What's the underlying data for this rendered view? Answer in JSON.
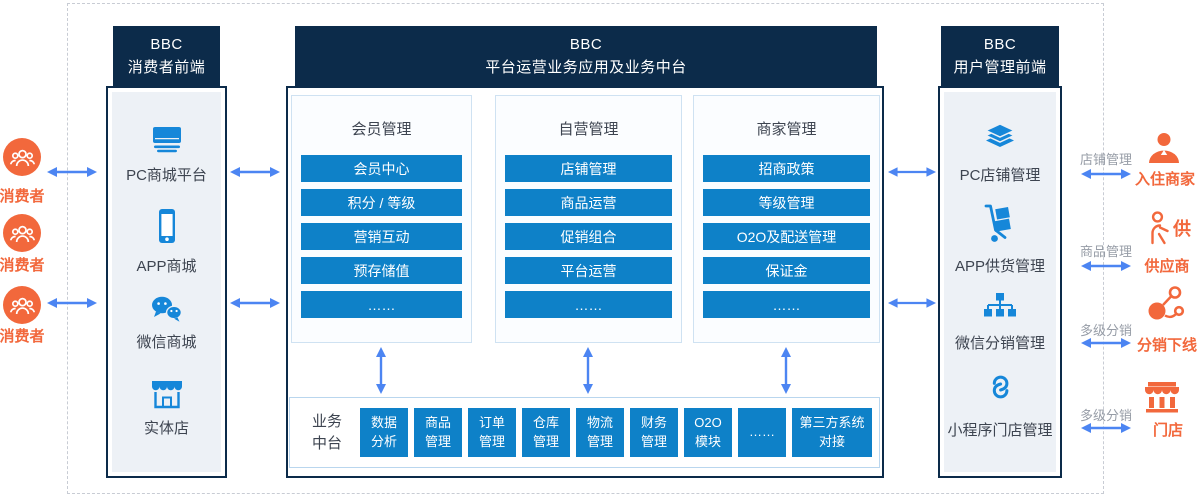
{
  "colors": {
    "navy": "#0c2b4a",
    "primary_blue": "#0e81c8",
    "icon_blue": "#1687d9",
    "arrow_blue": "#4c85f2",
    "orange": "#f2683c",
    "gray_label": "#969ca6",
    "panel_inner": "#edf1f6"
  },
  "left_actors": {
    "items": [
      {
        "label": "消费者"
      },
      {
        "label": "消费者"
      },
      {
        "label": "消费者"
      }
    ]
  },
  "left_panel": {
    "title": "BBC\n消费者前端",
    "items": [
      {
        "icon": "desktop-icon",
        "label": "PC商城平台"
      },
      {
        "icon": "smartphone-icon",
        "label": "APP商城"
      },
      {
        "icon": "wechat-icon",
        "label": "微信商城"
      },
      {
        "icon": "storefront-icon",
        "label": "实体店"
      }
    ]
  },
  "center_panel": {
    "title": "BBC\n平台运营业务应用及业务中台",
    "columns": [
      {
        "title": "会员管理",
        "items": [
          "会员中心",
          "积分 / 等级",
          "营销互动",
          "预存储值",
          "……"
        ]
      },
      {
        "title": "自营管理",
        "items": [
          "店铺管理",
          "商品运营",
          "促销组合",
          "平台运营",
          "……"
        ]
      },
      {
        "title": "商家管理",
        "items": [
          "招商政策",
          "等级管理",
          "O2O及配送管理",
          "保证金",
          "……"
        ]
      }
    ],
    "middle_platform": {
      "label": "业务\n中台",
      "modules": [
        "数据\n分析",
        "商品\n管理",
        "订单\n管理",
        "仓库\n管理",
        "物流\n管理",
        "财务\n管理",
        "O2O\n模块",
        "……",
        "第三方系统\n对接"
      ]
    }
  },
  "right_panel": {
    "title": "BBC\n用户管理前端",
    "items": [
      {
        "icon": "layers-icon",
        "label": "PC店铺管理"
      },
      {
        "icon": "trolley-icon",
        "label": "APP供货管理"
      },
      {
        "icon": "hierarchy-icon",
        "label": "微信分销管理"
      },
      {
        "icon": "miniprogram-icon",
        "label": "小程序门店管理"
      }
    ]
  },
  "right_actors": {
    "items": [
      {
        "relation": "店铺管理",
        "label": "入住商家",
        "icon": "merchant-icon"
      },
      {
        "relation": "商品管理",
        "label": "供应商",
        "icon": "supplier-icon",
        "icon_char": "供"
      },
      {
        "relation": "多级分销",
        "label": "分销下线",
        "icon": "network-icon"
      },
      {
        "relation": "多级分销",
        "label": "门店",
        "icon": "shop-icon"
      }
    ]
  }
}
